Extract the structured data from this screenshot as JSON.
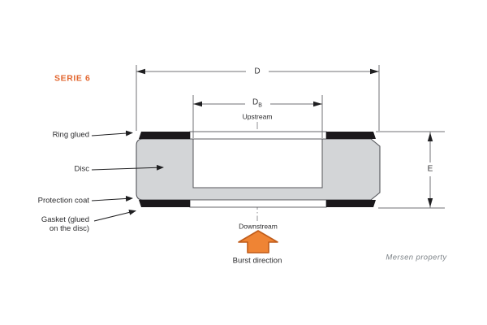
{
  "diagram": {
    "series_label": "SERIE 6",
    "watermark": "Mersen property",
    "flow": {
      "upstream": "Upstream",
      "downstream": "Downstream",
      "burst": "Burst direction"
    },
    "dimensions": {
      "outer_diameter": "D",
      "bore_diameter_main": "D",
      "bore_diameter_sub": "B",
      "height": "E"
    },
    "part_labels": {
      "ring": "Ring glued",
      "disc": "Disc",
      "protection": "Protection coat",
      "gasket_line1": "Gasket (glued",
      "gasket_line2": "on the disc)"
    },
    "colors": {
      "accent_orange": "#e2662f",
      "burst_arrow_fill": "#ef8434",
      "burst_arrow_stroke": "#c05c1a",
      "body_gray": "#d3d5d7",
      "gasket_band_black": "#1b181b",
      "part_outline": "#54555a",
      "dimension_line": "#717276",
      "leader_line": "#1f1f21",
      "text": "#2b2b2d",
      "watermark_gray": "#7c8287"
    }
  }
}
